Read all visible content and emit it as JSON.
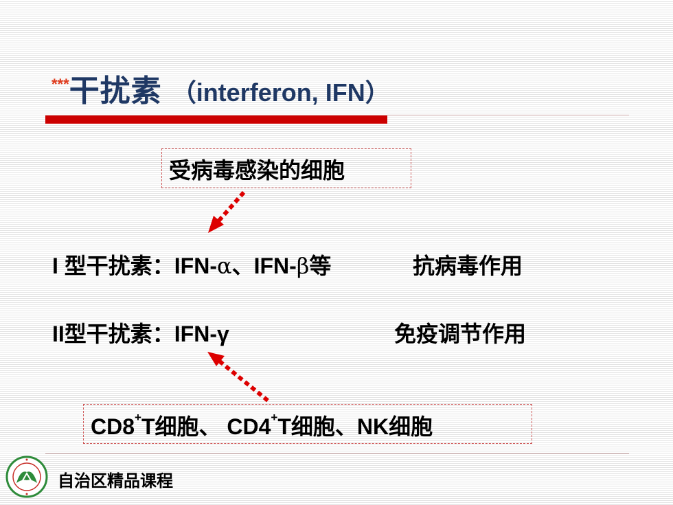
{
  "slide": {
    "title": {
      "marker": "***",
      "cn": "干扰素",
      "en": "（interferon, IFN）"
    },
    "infected_box": "受病毒感染的细胞",
    "row1": {
      "label": "I 型干扰素：IFN-",
      "greek_a": "α",
      "mid": "、IFN-",
      "greek_b": "β",
      "suffix": "等",
      "effect": "抗病毒作用"
    },
    "row2": {
      "label": "II型干扰素：IFN-γ",
      "effect": "免疫调节作用"
    },
    "cells_box": {
      "part1": "CD8",
      "sup1": "+",
      "part2": "T细胞、 CD4",
      "sup2": "+",
      "part3": "T细胞、NK细胞"
    },
    "footer": {
      "course": "自治区精品课程",
      "logo_icon": "university-seal-icon"
    },
    "colors": {
      "title": "#1f3864",
      "marker": "#e03c1e",
      "accent_bar": "#cc0000",
      "arrow": "#dd0000",
      "box_border": "#d05a5a"
    }
  }
}
